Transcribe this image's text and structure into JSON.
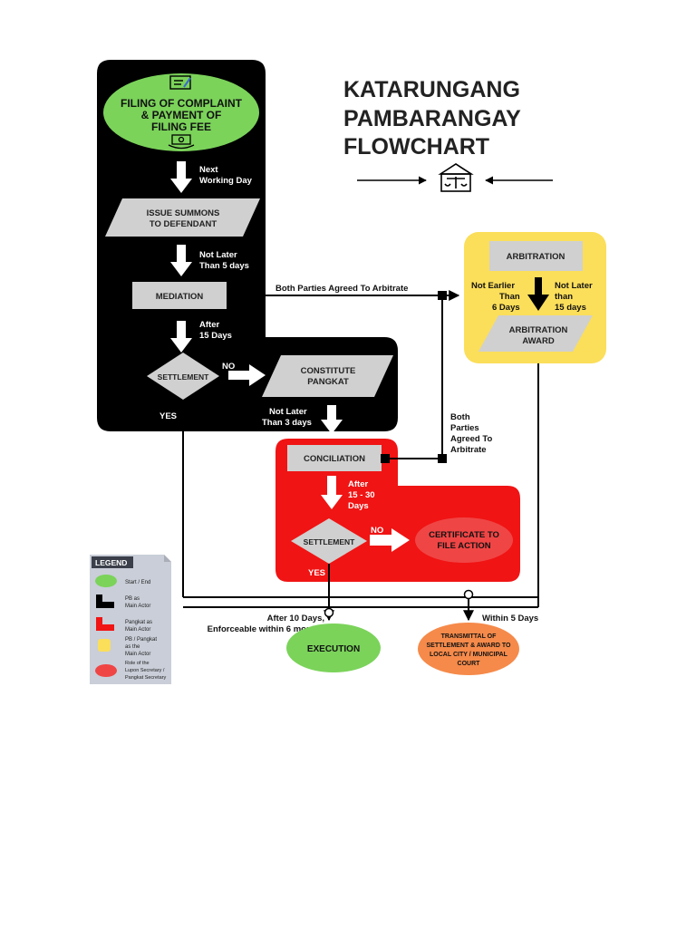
{
  "title": {
    "line1": "KATARUNGANG",
    "line2": "PAMBARANGAY",
    "line3": "FLOWCHART"
  },
  "title_icon": "courthouse-scales-icon",
  "colors": {
    "black_region": "#000000",
    "red_region": "#f01414",
    "yellow_region": "#fbde5a",
    "green_node": "#7bd35a",
    "orange_node": "#f58a4a",
    "gray_box": "#d0d0d0"
  },
  "nodes": {
    "filing": {
      "line1": "FILING OF COMPLAINT",
      "line2": "& PAYMENT OF",
      "line3": "FILING FEE"
    },
    "summons": {
      "line1": "ISSUE SUMMONS",
      "line2": "TO DEFENDANT"
    },
    "mediation": "MEDIATION",
    "settlement1": "SETTLEMENT",
    "pangkat": {
      "line1": "CONSTITUTE",
      "line2": "PANGKAT"
    },
    "conciliation": "CONCILIATION",
    "settlement2": "SETTLEMENT",
    "certificate": {
      "line1": "CERTIFICATE TO",
      "line2": "FILE ACTION"
    },
    "arbitration": "ARBITRATION",
    "arb_award": {
      "line1": "ARBITRATION",
      "line2": "AWARD"
    },
    "execution": "EXECUTION",
    "transmittal": {
      "line1": "TRANSMITTAL OF",
      "line2": "SETTLEMENT & AWARD TO",
      "line3": "LOCAL CITY / MUNICIPAL",
      "line4": "COURT"
    }
  },
  "labels": {
    "next_working_day": {
      "line1": "Next",
      "line2": "Working Day"
    },
    "not_later_5": {
      "line1": "Not Later",
      "line2": "Than 5 days"
    },
    "after_15": {
      "line1": "After",
      "line2": "15 Days"
    },
    "no1": "NO",
    "yes1": "YES",
    "not_later_3": {
      "line1": "Not Later",
      "line2": "Than 3 days"
    },
    "both_agreed_top": "Both Parties Agreed To Arbitrate",
    "both_agreed_side": {
      "line1": "Both",
      "line2": "Parties",
      "line3": "Agreed To",
      "line4": "Arbitrate"
    },
    "not_earlier_6": {
      "line1": "Not Earlier",
      "line2": "Than",
      "line3": "6 Days"
    },
    "not_later_15": {
      "line1": "Not Later",
      "line2": "than",
      "line3": "15 days"
    },
    "after_15_30": {
      "line1": "After",
      "line2": "15 - 30",
      "line3": "Days"
    },
    "no2": "NO",
    "yes2": "YES",
    "after_10": {
      "line1": "After 10 Days,",
      "line2": "Enforceable within 6 months"
    },
    "within_5": "Within 5 Days"
  },
  "legend": {
    "title": "LEGEND",
    "items": [
      {
        "line1": "Start / End"
      },
      {
        "line1": "PB as",
        "line2": "Main Actor"
      },
      {
        "line1": "Pangkat as",
        "line2": "Main Actor"
      },
      {
        "line1": "PB / Pangkat",
        "line2": "as the",
        "line3": "Main Actor"
      },
      {
        "line1": "Role of the",
        "line2": "Lupon Secretary /",
        "line3": "Pangkat Secretary"
      }
    ]
  }
}
